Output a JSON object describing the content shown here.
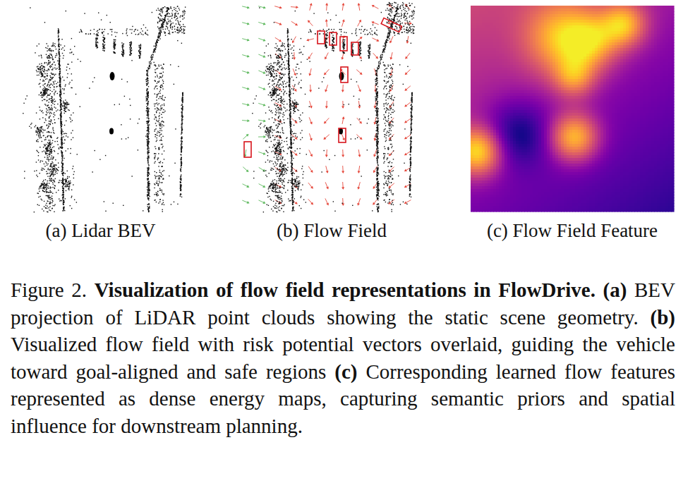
{
  "diagram": {
    "caption": "Figure 2. Visualization of flow field representations in FlowDrive. (a) BEV projection of LiDAR point clouds showing the static scene geometry. (b) Visualized flow field with risk potential vectors overlaid, guiding the vehicle toward goal-aligned and safe regions (c) Corresponding learned flow features represented as dense energy maps, capturing semantic priors and spatial influence for downstream planning.",
    "nodes": [
      {
        "text": [
          "(a) Lidar BEV"
        ]
      },
      {
        "text": [
          "(b) Flow Field"
        ]
      },
      {
        "text": [
          "(c) Flow Field Feature"
        ]
      }
    ]
  }
}
